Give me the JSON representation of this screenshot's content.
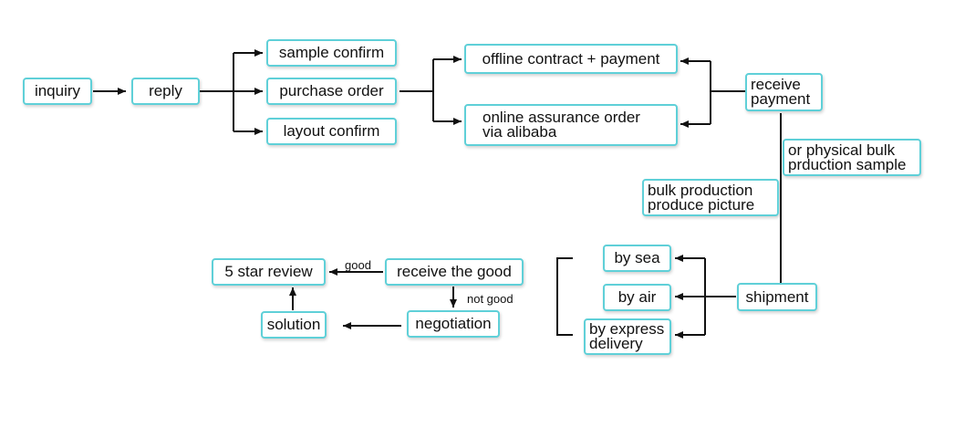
{
  "nodes": {
    "inquiry": "inquiry",
    "reply": "reply",
    "sample_confirm": "sample confirm",
    "purchase_order": "purchase order",
    "layout_confirm": "layout confirm",
    "offline_contract": "offline contract + payment",
    "online_assurance_line1": "online assurance order",
    "online_assurance_line2": "via alibaba",
    "receive_payment_line1": "receive",
    "receive_payment_line2": "payment",
    "physical_sample_line1": "or physical bulk",
    "physical_sample_line2": "prduction sample",
    "bulk_picture_line1": "bulk production",
    "bulk_picture_line2": "produce picture",
    "shipment": "shipment",
    "by_sea": "by sea",
    "by_air": "by air",
    "by_express_line1": "by express",
    "by_express_line2": "delivery",
    "receive_the_good": "receive the good",
    "negotiation": "negotiation",
    "five_star_review": "5 star review",
    "solution": "solution"
  },
  "edge_labels": {
    "good": "good",
    "not_good": "not good"
  },
  "colors": {
    "box_border": "#5fd0d8",
    "line": "#111111"
  }
}
